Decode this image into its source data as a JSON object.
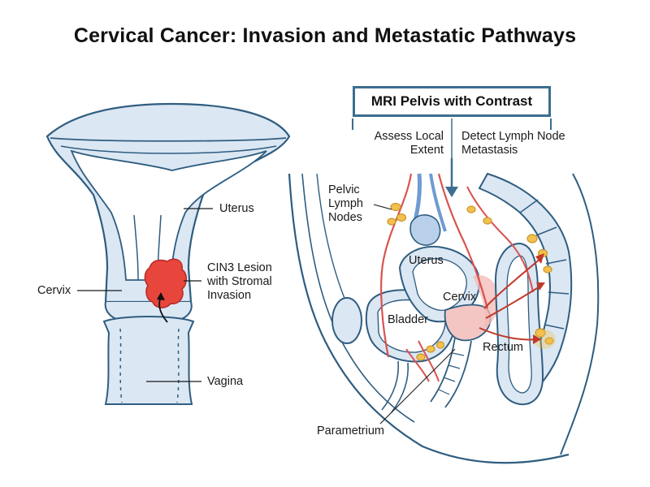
{
  "title": "Cervical Cancer: Invasion and Metastatic Pathways",
  "left_diagram": {
    "labels": {
      "uterus": "Uterus",
      "cervix": "Cervix",
      "lesion": "CIN3 Lesion\nwith Stromal\nInvasion",
      "vagina": "Vagina"
    }
  },
  "mri": {
    "box_label": "MRI Pelvis with Contrast",
    "assess": "Assess Local\nExtent",
    "detect": "Detect Lymph Node\nMetastasis"
  },
  "right_diagram": {
    "labels": {
      "pelvic_nodes": "Pelvic\nLymph\nNodes",
      "uterus": "Uterus",
      "cervix": "Cervix",
      "bladder": "Bladder",
      "rectum": "Rectum",
      "parametrium": "Parametrium"
    }
  },
  "colors": {
    "outline": "#2f5d80",
    "tissue": "#dbe7f3",
    "lesion": "#e8453c",
    "node": "#f2c14e",
    "vessel_red": "#d9534f",
    "vessel_blue": "#6f9bd1"
  }
}
